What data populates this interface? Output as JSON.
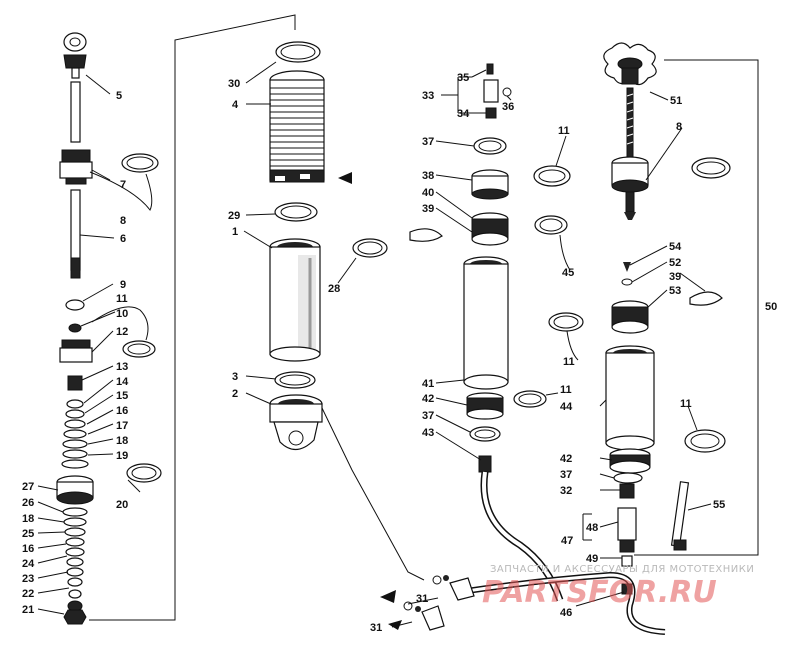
{
  "labels": {
    "l5": "5",
    "l7": "7",
    "l8a": "8",
    "l6": "6",
    "l9": "9",
    "l11a": "11",
    "l10": "10",
    "l12": "12",
    "l13": "13",
    "l14": "14",
    "l15": "15",
    "l16a": "16",
    "l17": "17",
    "l18a": "18",
    "l19": "19",
    "l20": "20",
    "l27": "27",
    "l26": "26",
    "l18b": "18",
    "l25": "25",
    "l16b": "16",
    "l24": "24",
    "l23": "23",
    "l22": "22",
    "l21": "21",
    "l30": "30",
    "l4": "4",
    "l29": "29",
    "l1": "1",
    "l28": "28",
    "l3": "3",
    "l2": "2",
    "l33": "33",
    "l35": "35",
    "l36": "36",
    "l34": "34",
    "l37a": "37",
    "l11b": "11",
    "l38": "38",
    "l40": "40",
    "l39a": "39",
    "l45": "45",
    "l41": "41",
    "l42a": "42",
    "l11c": "11",
    "l37b": "37",
    "l43": "43",
    "l31a": "31",
    "l31b": "31",
    "l51": "51",
    "l8b": "8",
    "l54": "54",
    "l52": "52",
    "l39b": "39",
    "l53": "53",
    "l50": "50",
    "l11d": "11",
    "l44": "44",
    "l11e": "11",
    "l42b": "42",
    "l37c": "37",
    "l32": "32",
    "l55": "55",
    "l48": "48",
    "l47": "47",
    "l49": "49",
    "l46": "46"
  },
  "watermark": {
    "line1": "ЗАПЧАСТИ И АКСЕССУАРЫ ДЛЯ МОТОТЕХНИКИ",
    "line2": "PARTSFOR.RU"
  }
}
